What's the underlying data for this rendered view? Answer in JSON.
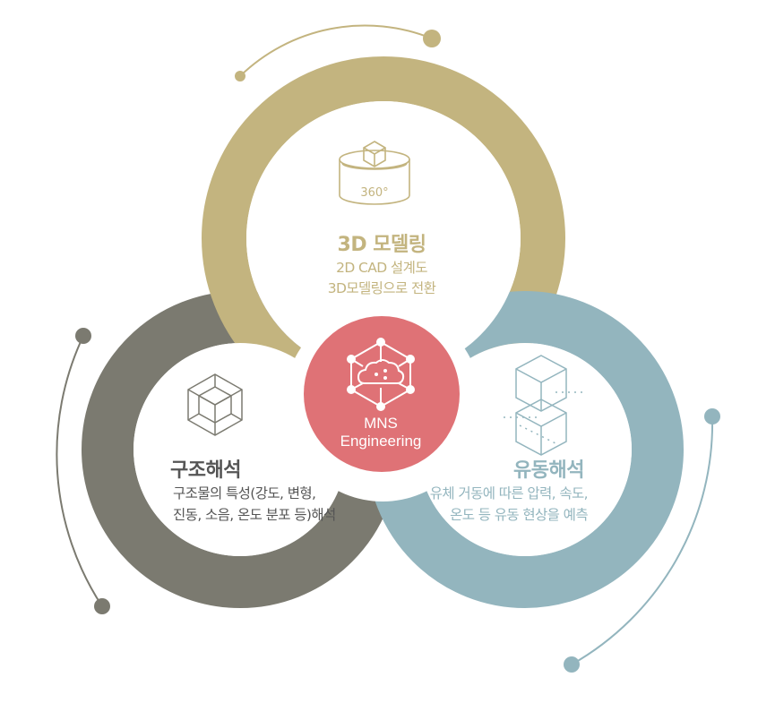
{
  "colors": {
    "gold": "#c3b47f",
    "gray": "#7b7a70",
    "blue": "#93b5be",
    "red": "#df7276",
    "text": "#555555"
  },
  "center": {
    "line1": "MNS",
    "line2": "Engineering",
    "icon": "cloud-network-icon"
  },
  "modeling": {
    "title": "3D 모델링",
    "desc_line1": "2D CAD 설계도",
    "desc_line2": "3D모델링으로 전환",
    "icon": "cube-360-icon",
    "icon_text": "360°"
  },
  "structural": {
    "title": "구조해석",
    "desc_line1": "구조물의 특성(강도, 변형,",
    "desc_line2": "진동, 소음, 온도 분포 등)해석",
    "icon": "wireframe-cube-icon"
  },
  "fluid": {
    "title": "유동해석",
    "desc_line1": "유체 거동에 따른 압력, 속도,",
    "desc_line2": "온도 등 유동 현상을 예측",
    "icon": "flow-cubes-icon"
  }
}
